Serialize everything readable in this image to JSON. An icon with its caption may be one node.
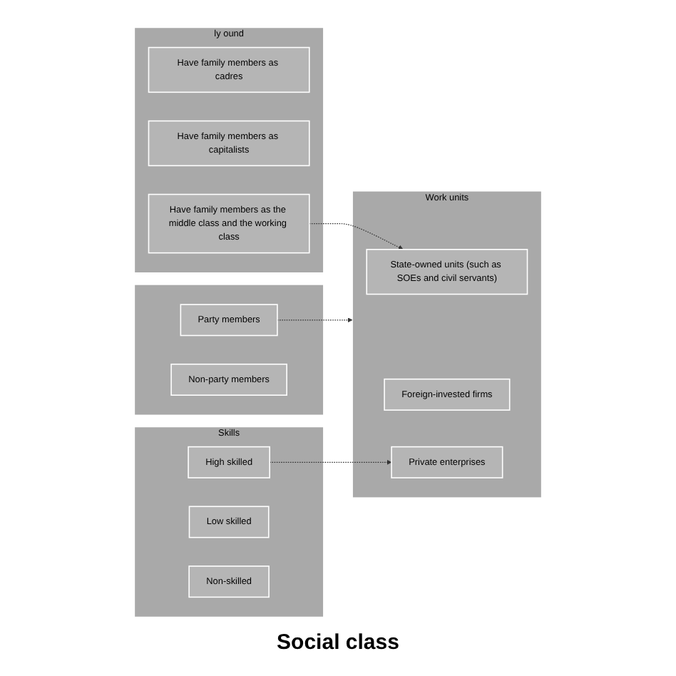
{
  "diagram": {
    "caption": "Social class",
    "nodes": [
      {
        "text": [
          "ly ound"
        ]
      },
      {
        "text": [
          "Have family members as cadres"
        ],
        "in": 0
      },
      {
        "text": [
          "Have family members as capitalists"
        ],
        "in": 0
      },
      {
        "text": [
          "Have family members as the middle class and the working class"
        ],
        "in": 0
      },
      {
        "text": [
          "Work units"
        ]
      },
      {
        "text": [
          "State-owned units (such as SOEs and civil servants)"
        ],
        "in": 4
      },
      {
        "text": [
          "Foreign-invested firms"
        ],
        "in": 4
      },
      {
        "text": [
          "Private enterprises"
        ],
        "in": 4
      },
      {
        "text": [],
        "shape": "box"
      },
      {
        "text": [
          "Party members"
        ],
        "in": 8
      },
      {
        "text": [
          "Non-party members"
        ],
        "in": 8
      },
      {
        "text": [
          "Skills"
        ]
      },
      {
        "text": [
          "High skilled"
        ],
        "in": 11
      },
      {
        "text": [
          "Low skilled"
        ],
        "in": 11
      },
      {
        "text": [
          "Non-skilled"
        ],
        "in": 11
      }
    ],
    "edges": [
      {
        "from": 3,
        "to": 5,
        "arrow": "to",
        "style": "dashed"
      },
      {
        "from": 9,
        "to": 4,
        "arrow": "to",
        "style": "dashed"
      },
      {
        "from": 12,
        "to": 7,
        "arrow": "to",
        "style": "dashed"
      }
    ]
  }
}
